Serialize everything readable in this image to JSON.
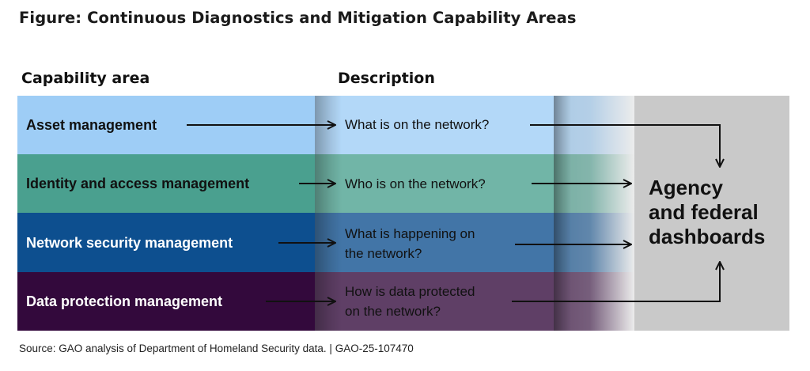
{
  "title": "Figure: Continuous Diagnostics and Mitigation Capability Areas",
  "headers": {
    "capability": "Capability area",
    "description": "Description"
  },
  "rows": [
    {
      "capability": "Asset management",
      "description_line1": "What is on the network?",
      "description_line2": "",
      "color": "#9ecdf6"
    },
    {
      "capability": "Identity and access management",
      "description_line1": "Who is on the network?",
      "description_line2": "",
      "color": "#4aa08f"
    },
    {
      "capability": "Network security management",
      "description_line1": "What is happening on",
      "description_line2": "the network?",
      "color": "#0d4f8f"
    },
    {
      "capability": "Data protection management",
      "description_line1": "How is data protected",
      "description_line2": "on the network?",
      "color": "#33093c"
    }
  ],
  "dashboards": {
    "line1": "Agency",
    "line2": "and federal",
    "line3": "dashboards",
    "color": "#c9c9c9"
  },
  "source": "Source: GAO analysis of Department of Homeland Security data.  |  GAO-25-107470"
}
